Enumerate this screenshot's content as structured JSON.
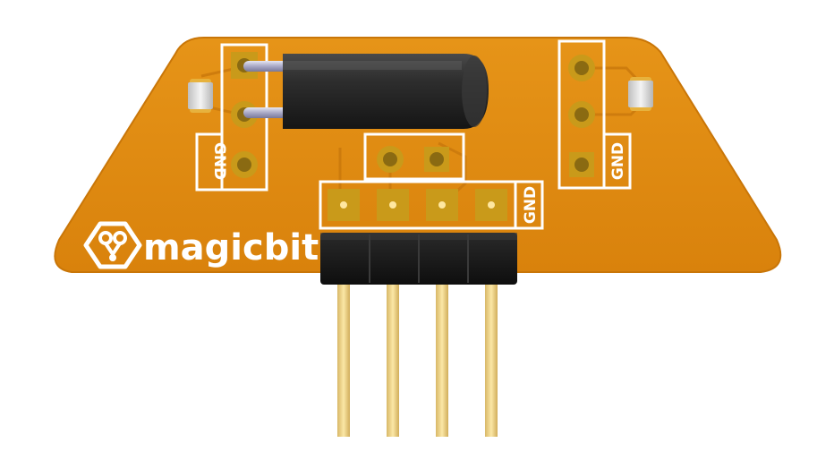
{
  "brand": {
    "name": "magicbit",
    "logo_icon": "magicbit-logo-icon"
  },
  "silkscreen": {
    "gnd_left": "GND",
    "gnd_right": "GND",
    "gnd_header": "GND"
  },
  "colors": {
    "board": "#e08a12",
    "board_shade": "#c97608",
    "silkscreen": "#ffffff",
    "copper_pad": "#c99a1a",
    "sensor_body": "#2a2a2a",
    "header_plastic": "#1b1b1b",
    "pin_gold": "#f2d68a"
  },
  "components": {
    "header_pin_count": 4,
    "right_header_pins": 3,
    "left_header_pins": 3,
    "center_pads": 2
  }
}
